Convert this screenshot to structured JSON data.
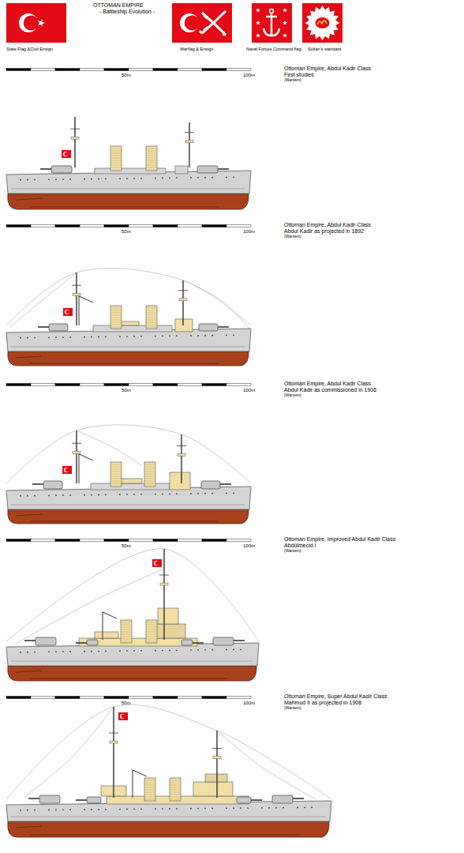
{
  "diagram": {
    "title": "OTTOMAN EMPIRE",
    "labels": [
      "- Battleship Evolution -",
      "State Flag &Civil Ensign",
      "Warflag & Ensign",
      "Naval Forces Command flag",
      "Sultan's standard",
      "50m",
      "100m",
      "Ottoman Empire, Abdul Kadir Class",
      "First studies",
      "(Wantem)",
      "50m",
      "100m",
      "Ottoman Empire, Abdul Kadir Class",
      "Abdul Kadir as projected in 1892",
      "(Wantem)",
      "50m",
      "100m",
      "Ottoman Empire, Abdul Kadir Class",
      "Abdul Kadir as commissioned in 1906",
      "(Wantem)",
      "50m",
      "100m",
      "Ottoman Empire, Improved Abdul Kadir Class",
      "Abdülmecid I",
      "(Wantem)",
      "50m",
      "100m",
      "Ottoman Empire, Super Abdul Kadir Class",
      "Mahmud II as projected in 1908",
      "(Wantem)"
    ]
  }
}
